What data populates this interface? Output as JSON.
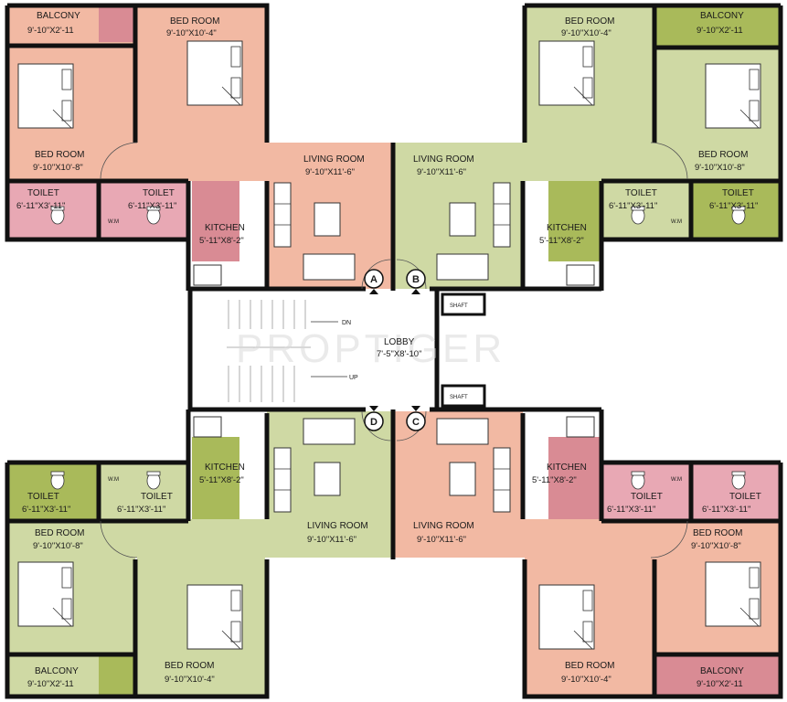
{
  "watermark": "PROPTIGER",
  "colors": {
    "pink": "#f2b9a3",
    "green": "#cfd9a4",
    "balcony_pink": "#d98b94",
    "balcony_green": "#a9ba5a",
    "toilet_pink": "#e8a8b4",
    "wall": "#111111"
  },
  "lobby": {
    "name": "LOBBY",
    "dims": "7'-5\"X8'-10\"",
    "dn": "DN",
    "up": "UP"
  },
  "shafts": [
    "SHAFT",
    "SHAFT"
  ],
  "flats": [
    {
      "id": "A",
      "balcony": {
        "name": "BALCONY",
        "dims": "9'-10\"X2'-11"
      },
      "bed1": {
        "name": "BED ROOM",
        "dims": "9'-10\"X10'-8\""
      },
      "bed2": {
        "name": "BED ROOM",
        "dims": "9'-10\"X10'-4\""
      },
      "toilet1": {
        "name": "TOILET",
        "dims": "6'-11\"X3'-11\""
      },
      "toilet2": {
        "name": "TOILET",
        "dims": "6'-11\"X3'-11\""
      },
      "kitchen": {
        "name": "KITCHEN",
        "dims": "5'-11\"X8'-2\""
      },
      "living": {
        "name": "LIVING ROOM",
        "dims": "9'-10\"X11'-6\""
      },
      "wm": "W.M"
    },
    {
      "id": "B",
      "balcony": {
        "name": "BALCONY",
        "dims": "9'-10\"X2'-11"
      },
      "bed1": {
        "name": "BED ROOM",
        "dims": "9'-10\"X10'-8\""
      },
      "bed2": {
        "name": "BED ROOM",
        "dims": "9'-10\"X10'-4\""
      },
      "toilet1": {
        "name": "TOILET",
        "dims": "6'-11\"X3'-11\""
      },
      "toilet2": {
        "name": "TOILET",
        "dims": "6'-11\"X3'-11\""
      },
      "kitchen": {
        "name": "KITCHEN",
        "dims": "5'-11\"X8'-2\""
      },
      "living": {
        "name": "LIVING ROOM",
        "dims": "9'-10\"X11'-6\""
      },
      "wm": "W.M"
    },
    {
      "id": "D",
      "balcony": {
        "name": "BALCONY",
        "dims": "9'-10\"X2'-11"
      },
      "bed1": {
        "name": "BED ROOM",
        "dims": "9'-10\"X10'-8\""
      },
      "bed2": {
        "name": "BED ROOM",
        "dims": "9'-10\"X10'-4\""
      },
      "toilet1": {
        "name": "TOILET",
        "dims": "6'-11\"X3'-11\""
      },
      "toilet2": {
        "name": "TOILET",
        "dims": "6'-11\"X3'-11\""
      },
      "kitchen": {
        "name": "KITCHEN",
        "dims": "5'-11\"X8'-2\""
      },
      "living": {
        "name": "LIVING ROOM",
        "dims": "9'-10\"X11'-6\""
      },
      "wm": "W.M"
    },
    {
      "id": "C",
      "balcony": {
        "name": "BALCONY",
        "dims": "9'-10\"X2'-11"
      },
      "bed1": {
        "name": "BED ROOM",
        "dims": "9'-10\"X10'-8\""
      },
      "bed2": {
        "name": "BED ROOM",
        "dims": "9'-10\"X10'-4\""
      },
      "toilet1": {
        "name": "TOILET",
        "dims": "6'-11\"X3'-11\""
      },
      "toilet2": {
        "name": "TOILET",
        "dims": "6'-11\"X3'-11\""
      },
      "kitchen": {
        "name": "KITCHEN",
        "dims": "5'-11\"X8'-2\""
      },
      "living": {
        "name": "LIVING ROOM",
        "dims": "9'-10\"X11'-6\""
      },
      "wm": "W.M"
    }
  ]
}
